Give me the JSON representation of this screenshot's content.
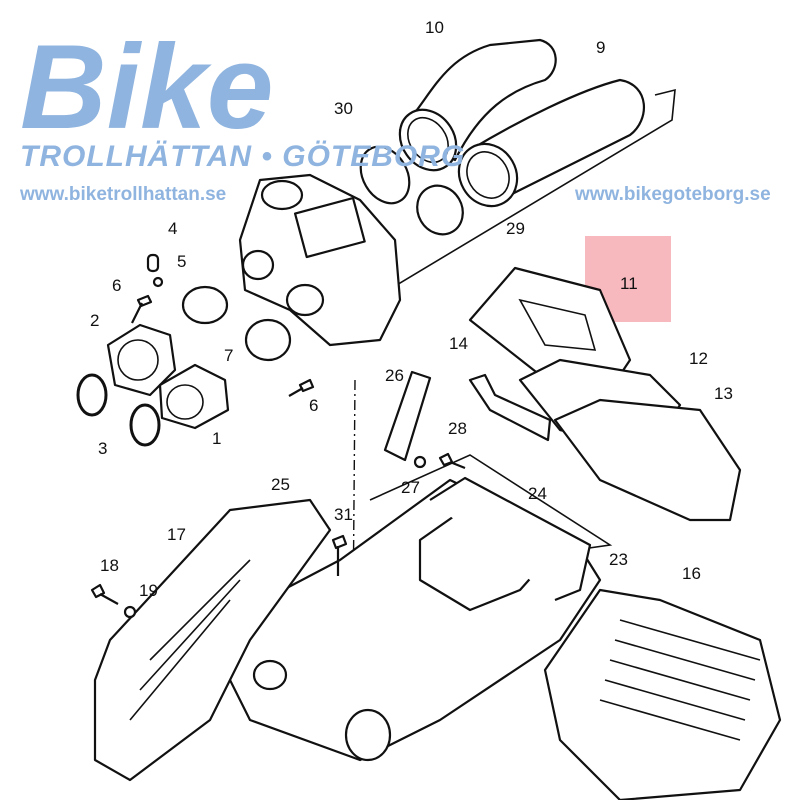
{
  "diagram": {
    "title": "Air intake / air filter assembly exploded parts diagram",
    "highlight_color": "#f4a0a8",
    "part_labels": {
      "p1": "1",
      "p2": "2",
      "p3": "3",
      "p4": "4",
      "p5": "5",
      "p6a": "6",
      "p6b": "6",
      "p7": "7",
      "p9": "9",
      "p10": "10",
      "p11": "11",
      "p12": "12",
      "p13": "13",
      "p14": "14",
      "p16": "16",
      "p17": "17",
      "p18": "18",
      "p19": "19",
      "p23": "23",
      "p24": "24",
      "p25": "25",
      "p26": "26",
      "p27": "27",
      "p28": "28",
      "p29": "29",
      "p30": "30",
      "p31": "31"
    },
    "highlighted_part": "11"
  },
  "watermark": {
    "logo": "Bike",
    "cities": "TROLLHÄTTAN • GÖTEBORG",
    "url_left": "www.biketrollhattan.se",
    "url_right": "www.bikegoteborg.se",
    "color": "#8fb4df"
  }
}
